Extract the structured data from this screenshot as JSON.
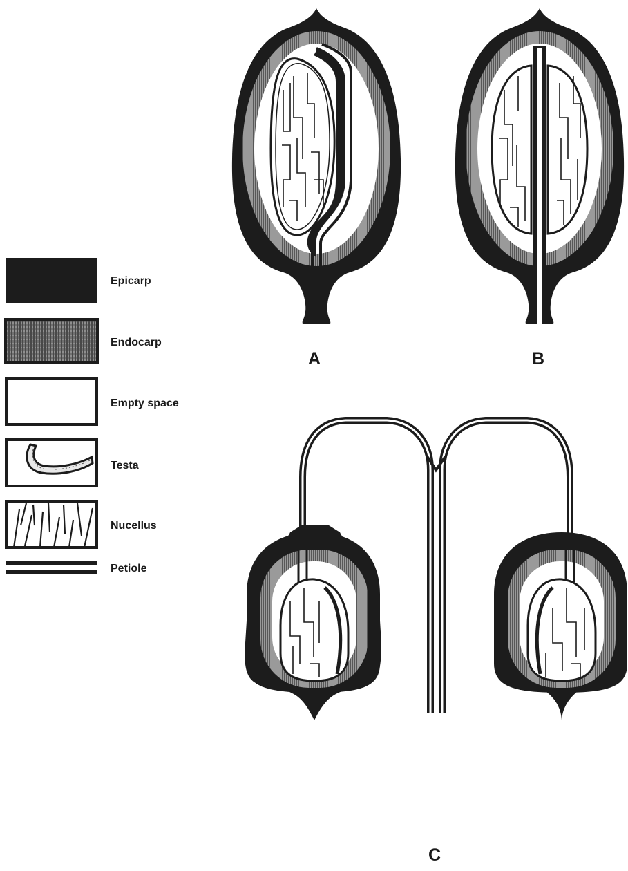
{
  "legend": {
    "items": [
      {
        "key": "epicarp",
        "label": "Epicarp"
      },
      {
        "key": "endocarp",
        "label": "Endocarp"
      },
      {
        "key": "empty",
        "label": "Empty space"
      },
      {
        "key": "testa",
        "label": "Testa"
      },
      {
        "key": "nucellus",
        "label": "Nucellus"
      },
      {
        "key": "petiole",
        "label": "Petiole"
      }
    ]
  },
  "panels": {
    "a": {
      "label": "A"
    },
    "b": {
      "label": "B"
    },
    "c": {
      "label": "C"
    }
  },
  "colors": {
    "ink": "#1c1c1c",
    "paper": "#ffffff",
    "endocarp_mid": "#7a7a7a"
  }
}
